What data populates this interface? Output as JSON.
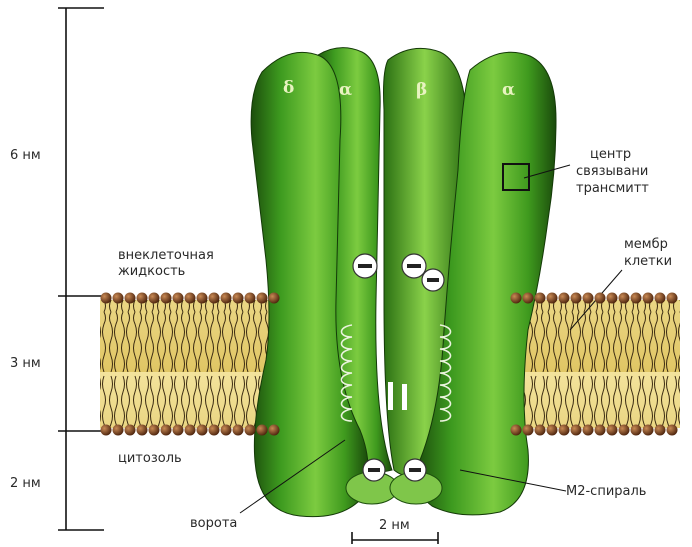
{
  "scale": {
    "extracellular_height": "6 нм",
    "membrane_thickness": "3 нм",
    "cytosol_depth": "2 нм",
    "channel_width": "2 нм"
  },
  "subunits": [
    "δ",
    "α",
    "β",
    "α"
  ],
  "labels": {
    "extracellular": [
      "внеклеточная",
      "жидкость"
    ],
    "cytosol": "цитозоль",
    "binding_site": [
      "центр",
      "связывани",
      "трансмитт"
    ],
    "cell_membrane": [
      "мембр",
      "клетки"
    ],
    "gate": "ворота",
    "m2_helix": "М2-спираль"
  },
  "colors": {
    "protein_light": "#8ad24a",
    "protein_mid": "#3d9a1f",
    "protein_dark": "#1c4e0c",
    "lipid_head": "#6b3a1c",
    "lipid_tail": "#e9d37c",
    "charge_bg": "#ffffff"
  },
  "icons": [
    "negative-charge-icon",
    "binding-site-square-icon",
    "helix-icon"
  ]
}
